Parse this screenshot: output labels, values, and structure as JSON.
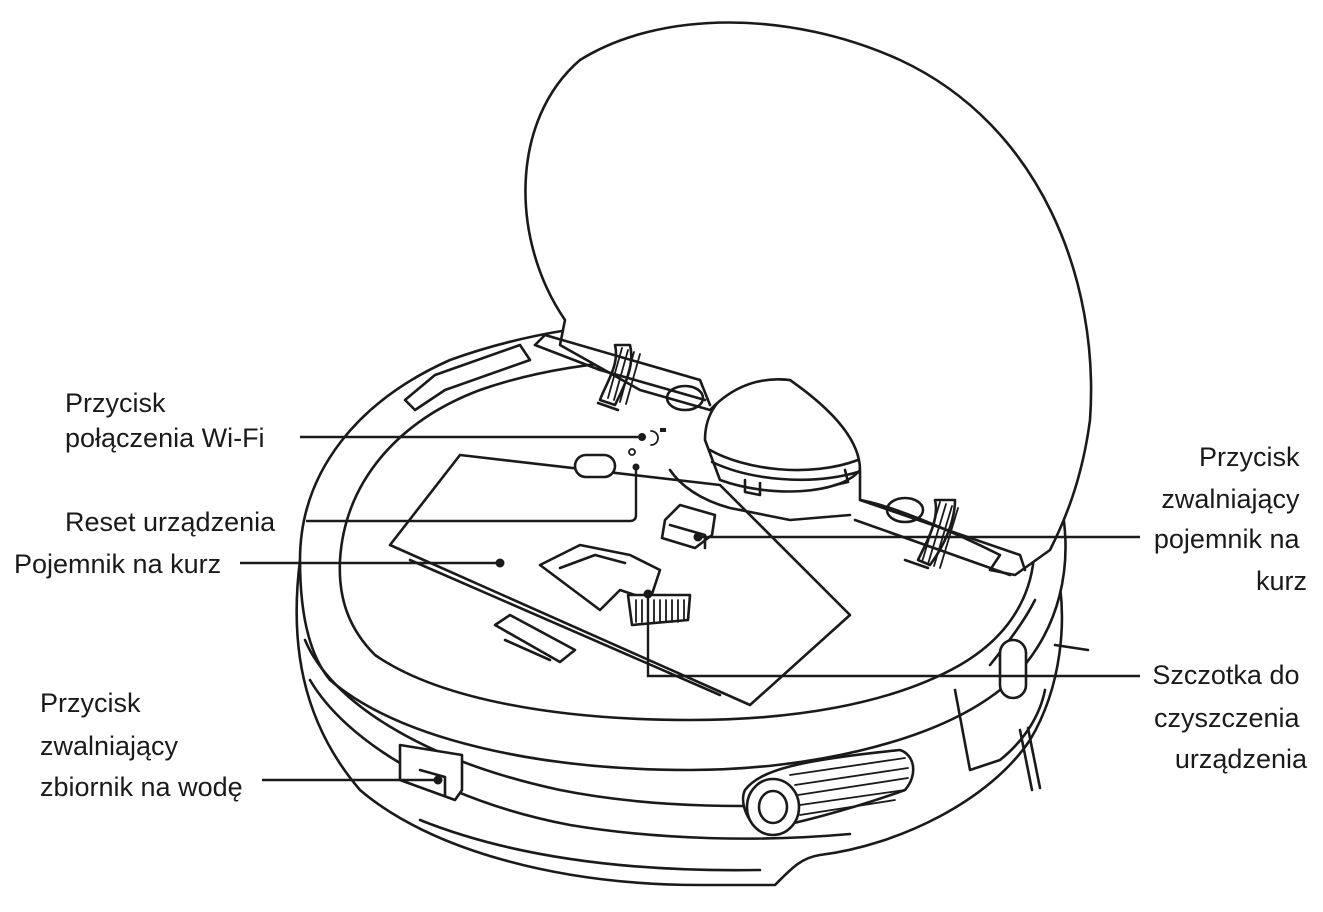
{
  "labels": {
    "wifi_button": [
      "Przycisk",
      "połączenia Wi-Fi"
    ],
    "reset": [
      "Reset urządzenia"
    ],
    "dust_bin": [
      "Pojemnik na kurz"
    ],
    "water_tank_release": [
      "Przycisk",
      "zwalniający",
      "zbiornik na wodę"
    ],
    "dust_bin_release": [
      "Przycisk",
      "zwalniający",
      "pojemnik na",
      "kurz"
    ],
    "cleaning_brush": [
      "Szczotka do",
      "czyszczenia",
      "urządzenia"
    ]
  }
}
